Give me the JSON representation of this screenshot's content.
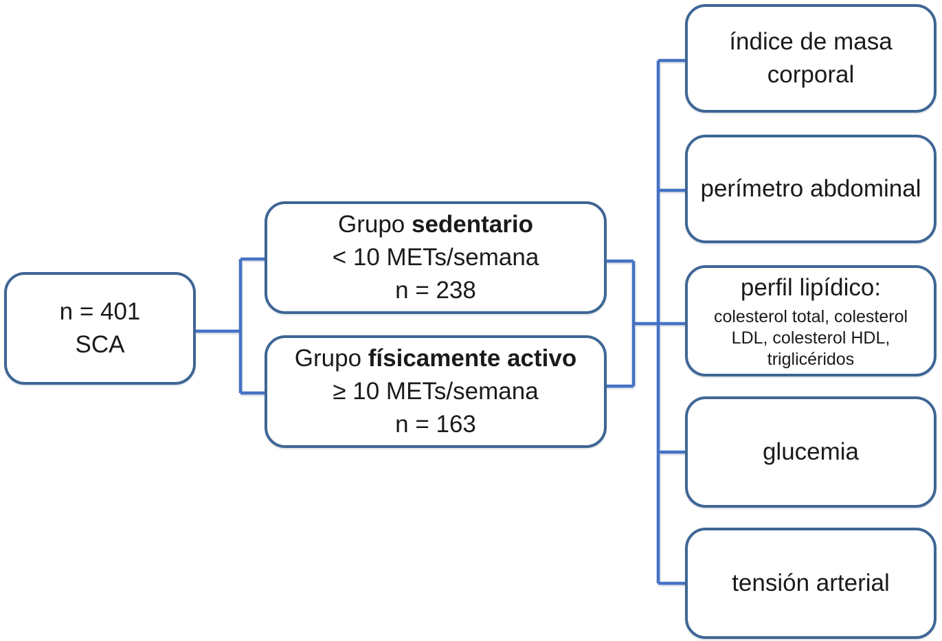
{
  "diagram": {
    "root": {
      "line1": "n = 401",
      "line2": "SCA"
    },
    "groups": [
      {
        "prefix": "Grupo",
        "name": "sedentario",
        "criteria": "< 10 METs/semana",
        "count": "n = 238"
      },
      {
        "prefix": "Grupo",
        "name": "físicamente activo",
        "criteria": "≥ 10 METs/semana",
        "count": "n = 163"
      }
    ],
    "outcomes": [
      {
        "title": "índice de masa corporal"
      },
      {
        "title": "perímetro abdominal"
      },
      {
        "title": "perfil lipídico:",
        "detail": "colesterol total, colesterol LDL, colesterol HDL, triglicéridos"
      },
      {
        "title": "glucemia"
      },
      {
        "title": "tensión arterial"
      }
    ],
    "colors": {
      "connector": "#4472C4",
      "box_border": "#3E6695",
      "text": "#1a1a1a",
      "background": "#ffffff"
    }
  }
}
